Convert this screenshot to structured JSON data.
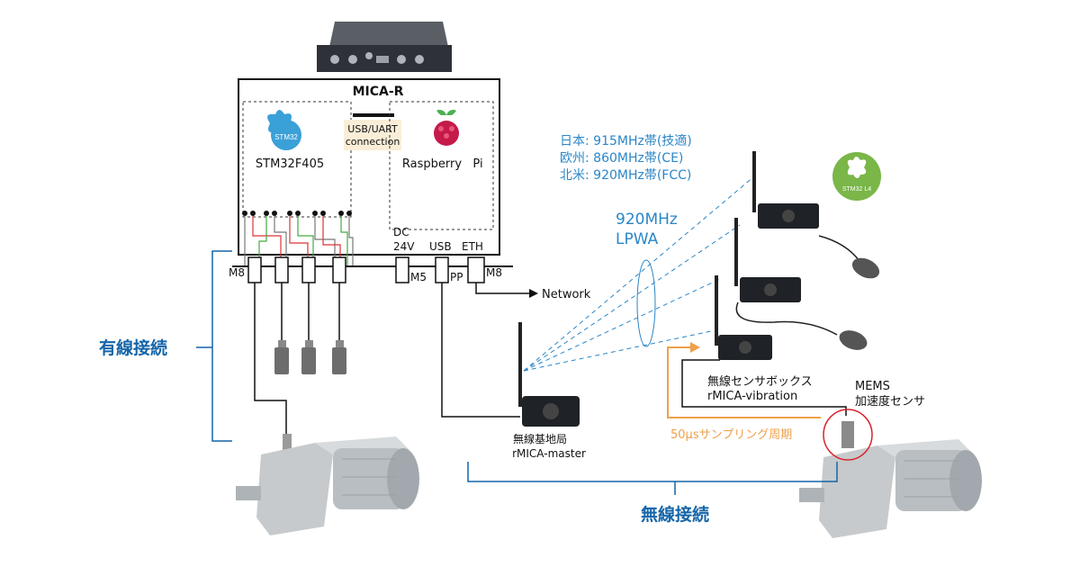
{
  "mica": {
    "title": "MICA-R",
    "stm_logo": "STM32",
    "stm_label": "STM32F405",
    "usb_uart": [
      "USB/UART",
      "connection"
    ],
    "rpi_label_a": "Raspberry",
    "rpi_label_b": "Pi",
    "dc": [
      "DC",
      "24V"
    ],
    "usb": "USB",
    "eth": "ETH",
    "port_m8_left": "M8",
    "port_m5": "M5",
    "port_pp": "PP",
    "port_m8_right": "M8",
    "network": "Network"
  },
  "frequencies": {
    "japan": "日本: 915MHz帯(技適)",
    "europe": "欧州: 860MHz帯(CE)",
    "na": "北米: 920MHz帯(FCC)",
    "lpwa_a": "920MHz",
    "lpwa_b": "LPWA",
    "stm_l4_logo": "STM32 L4"
  },
  "wireless": {
    "base_a": "無線基地局",
    "base_b": "rMICA-master",
    "box_a": "無線センサボックス",
    "box_b": "rMICA-vibration",
    "mems_a": "MEMS",
    "mems_b": "加速度センサ",
    "sampling": "50μsサンプリング周期"
  },
  "groups": {
    "wired": "有線接続",
    "wireless": "無線接続"
  },
  "colors": {
    "accent_blue": "#2a86c8",
    "group_blue": "#1565a8",
    "orange": "#f0a04a",
    "rpi_red": "#c51a4a",
    "stm_green": "#7ab648",
    "red_circle": "#d9232d"
  }
}
